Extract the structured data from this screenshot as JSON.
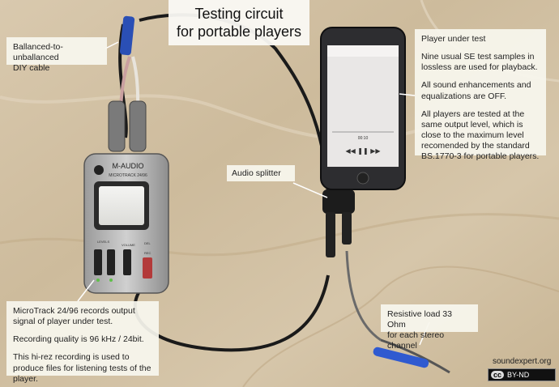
{
  "title_lines": [
    "Testing circuit",
    "for portable players"
  ],
  "notes": {
    "cable": [
      "Ballanced-to-unballanced",
      "DIY cable"
    ],
    "player_heading": "Player under test",
    "player_paragraphs": [
      "Nine usual SE test samples in lossless are used for playback.",
      "All sound enhancements and equalizations are OFF.",
      "All players are tested at the same output level, which is close to the maximum level recomended by the standard BS.1770-3 for portable players."
    ],
    "splitter": "Audio splitter",
    "microtrack_paragraphs": [
      "MicroTrack 24/96 records output signal of player under test.",
      "Recording quality is 96 kHz / 24bit.",
      "This hi-rez recording is used to produce files for  listening tests of the player."
    ],
    "load": [
      "Resistive load 33 Ohm",
      "for each stereo channel"
    ]
  },
  "device_labels": {
    "brand": "M-AUDIO",
    "model": "MICROTRACK 24/96",
    "levels": "LEVELS",
    "volume": "VOLUME",
    "del": "DEL",
    "rec": "REC",
    "phone_time": "00:10"
  },
  "watermark": "soundexpert.org",
  "license": {
    "cc": "cc",
    "text": "BY-ND"
  }
}
